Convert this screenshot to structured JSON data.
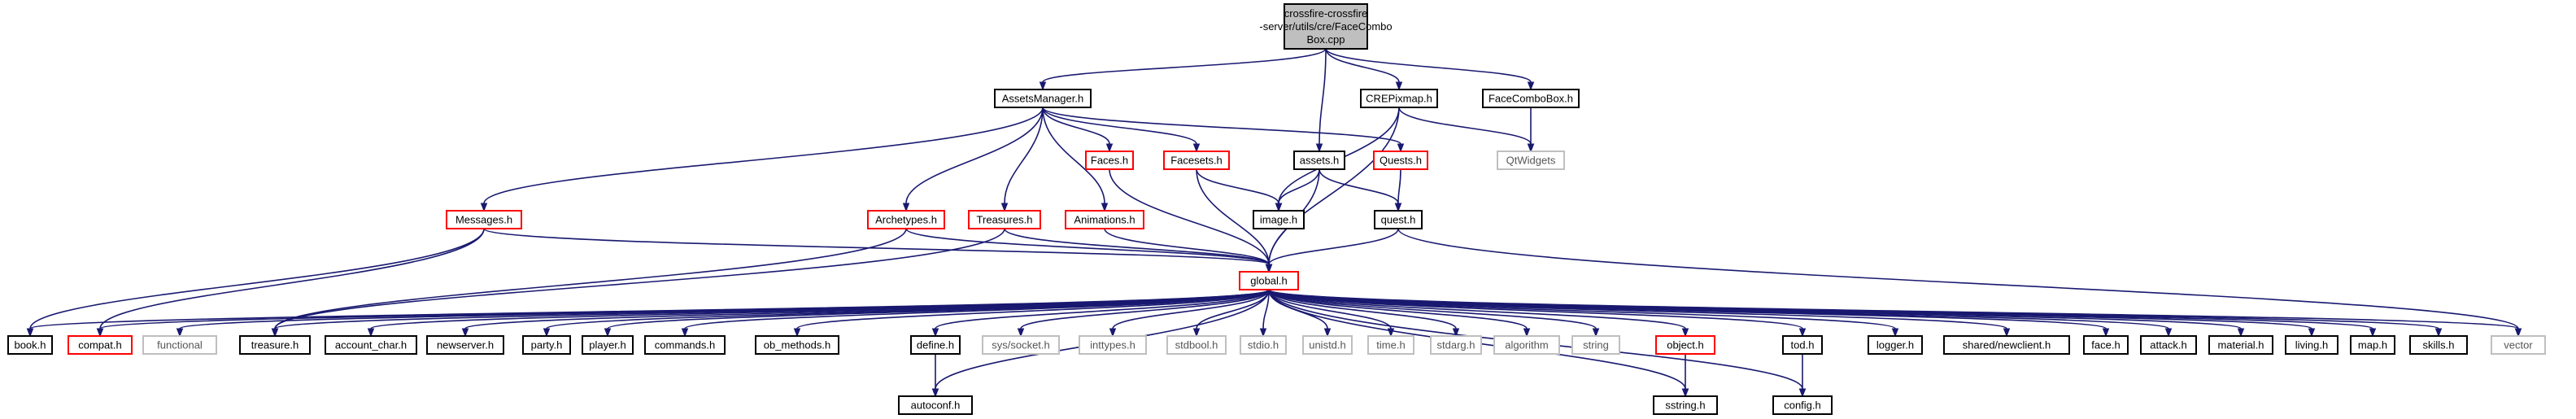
{
  "graph": {
    "root": {
      "label_lines": [
        "crossfire-crossfire",
        "-server/utils/cre/FaceCombo",
        "Box.cpp"
      ]
    },
    "nodes": {
      "assetsmanager": {
        "label": "AssetsManager.h",
        "style": "black"
      },
      "crepixmap": {
        "label": "CREPixmap.h",
        "style": "black"
      },
      "facecombobox": {
        "label": "FaceComboBox.h",
        "style": "black"
      },
      "assets": {
        "label": "assets.h",
        "style": "black"
      },
      "faces": {
        "label": "Faces.h",
        "style": "red"
      },
      "facesets": {
        "label": "Facesets.h",
        "style": "red"
      },
      "quests": {
        "label": "Quests.h",
        "style": "red"
      },
      "qtwidgets": {
        "label": "QtWidgets",
        "style": "gray"
      },
      "messages": {
        "label": "Messages.h",
        "style": "red"
      },
      "archetypes": {
        "label": "Archetypes.h",
        "style": "red"
      },
      "treasures": {
        "label": "Treasures.h",
        "style": "red"
      },
      "animations": {
        "label": "Animations.h",
        "style": "red"
      },
      "image": {
        "label": "image.h",
        "style": "black"
      },
      "quest": {
        "label": "quest.h",
        "style": "black"
      },
      "global": {
        "label": "global.h",
        "style": "red"
      },
      "book": {
        "label": "book.h",
        "style": "black"
      },
      "compat": {
        "label": "compat.h",
        "style": "red"
      },
      "functional": {
        "label": "functional",
        "style": "gray"
      },
      "treasure": {
        "label": "treasure.h",
        "style": "black"
      },
      "account_char": {
        "label": "account_char.h",
        "style": "black"
      },
      "newserver": {
        "label": "newserver.h",
        "style": "black"
      },
      "party": {
        "label": "party.h",
        "style": "black"
      },
      "player": {
        "label": "player.h",
        "style": "black"
      },
      "commands": {
        "label": "commands.h",
        "style": "black"
      },
      "ob_methods": {
        "label": "ob_methods.h",
        "style": "black"
      },
      "define": {
        "label": "define.h",
        "style": "black"
      },
      "syssocket": {
        "label": "sys/socket.h",
        "style": "gray"
      },
      "inttypes": {
        "label": "inttypes.h",
        "style": "gray"
      },
      "stdbool": {
        "label": "stdbool.h",
        "style": "gray"
      },
      "stdio": {
        "label": "stdio.h",
        "style": "gray"
      },
      "unistd": {
        "label": "unistd.h",
        "style": "gray"
      },
      "time": {
        "label": "time.h",
        "style": "gray"
      },
      "stdarg": {
        "label": "stdarg.h",
        "style": "gray"
      },
      "algorithm": {
        "label": "algorithm",
        "style": "gray"
      },
      "string": {
        "label": "string",
        "style": "gray"
      },
      "object": {
        "label": "object.h",
        "style": "red"
      },
      "tod": {
        "label": "tod.h",
        "style": "black"
      },
      "logger": {
        "label": "logger.h",
        "style": "black"
      },
      "newclient": {
        "label": "shared/newclient.h",
        "style": "black"
      },
      "face": {
        "label": "face.h",
        "style": "black"
      },
      "attack": {
        "label": "attack.h",
        "style": "black"
      },
      "material": {
        "label": "material.h",
        "style": "black"
      },
      "living": {
        "label": "living.h",
        "style": "black"
      },
      "map": {
        "label": "map.h",
        "style": "black"
      },
      "skills": {
        "label": "skills.h",
        "style": "black"
      },
      "vector": {
        "label": "vector",
        "style": "gray"
      },
      "autoconf": {
        "label": "autoconf.h",
        "style": "black"
      },
      "sstring": {
        "label": "sstring.h",
        "style": "black"
      },
      "config": {
        "label": "config.h",
        "style": "black"
      }
    },
    "edges": [
      [
        "root",
        "assetsmanager"
      ],
      [
        "root",
        "crepixmap"
      ],
      [
        "root",
        "facecombobox"
      ],
      [
        "root",
        "assets"
      ],
      [
        "assetsmanager",
        "messages"
      ],
      [
        "assetsmanager",
        "archetypes"
      ],
      [
        "assetsmanager",
        "treasures"
      ],
      [
        "assetsmanager",
        "animations"
      ],
      [
        "assetsmanager",
        "faces"
      ],
      [
        "assetsmanager",
        "facesets"
      ],
      [
        "assetsmanager",
        "quests"
      ],
      [
        "crepixmap",
        "image"
      ],
      [
        "crepixmap",
        "qtwidgets"
      ],
      [
        "crepixmap",
        "global"
      ],
      [
        "facecombobox",
        "qtwidgets"
      ],
      [
        "assets",
        "image"
      ],
      [
        "assets",
        "quest"
      ],
      [
        "assets",
        "global"
      ],
      [
        "faces",
        "global"
      ],
      [
        "facesets",
        "image"
      ],
      [
        "facesets",
        "global"
      ],
      [
        "quests",
        "quest"
      ],
      [
        "quest",
        "global"
      ],
      [
        "quest",
        "vector"
      ],
      [
        "messages",
        "book"
      ],
      [
        "messages",
        "compat"
      ],
      [
        "messages",
        "global"
      ],
      [
        "archetypes",
        "global"
      ],
      [
        "archetypes",
        "treasure"
      ],
      [
        "treasures",
        "global"
      ],
      [
        "treasures",
        "treasure"
      ],
      [
        "animations",
        "global"
      ],
      [
        "global",
        "book"
      ],
      [
        "global",
        "compat"
      ],
      [
        "global",
        "functional"
      ],
      [
        "global",
        "treasure"
      ],
      [
        "global",
        "account_char"
      ],
      [
        "global",
        "newserver"
      ],
      [
        "global",
        "party"
      ],
      [
        "global",
        "player"
      ],
      [
        "global",
        "commands"
      ],
      [
        "global",
        "ob_methods"
      ],
      [
        "global",
        "define"
      ],
      [
        "global",
        "autoconf"
      ],
      [
        "global",
        "syssocket"
      ],
      [
        "global",
        "inttypes"
      ],
      [
        "global",
        "stdbool"
      ],
      [
        "global",
        "stdio"
      ],
      [
        "global",
        "unistd"
      ],
      [
        "global",
        "time"
      ],
      [
        "global",
        "stdarg"
      ],
      [
        "global",
        "algorithm"
      ],
      [
        "global",
        "string"
      ],
      [
        "global",
        "object"
      ],
      [
        "global",
        "sstring"
      ],
      [
        "global",
        "tod"
      ],
      [
        "global",
        "config"
      ],
      [
        "global",
        "logger"
      ],
      [
        "global",
        "newclient"
      ],
      [
        "global",
        "face"
      ],
      [
        "global",
        "attack"
      ],
      [
        "global",
        "material"
      ],
      [
        "global",
        "living"
      ],
      [
        "global",
        "map"
      ],
      [
        "global",
        "skills"
      ],
      [
        "global",
        "vector"
      ],
      [
        "define",
        "autoconf"
      ],
      [
        "object",
        "sstring"
      ],
      [
        "tod",
        "config"
      ]
    ]
  }
}
